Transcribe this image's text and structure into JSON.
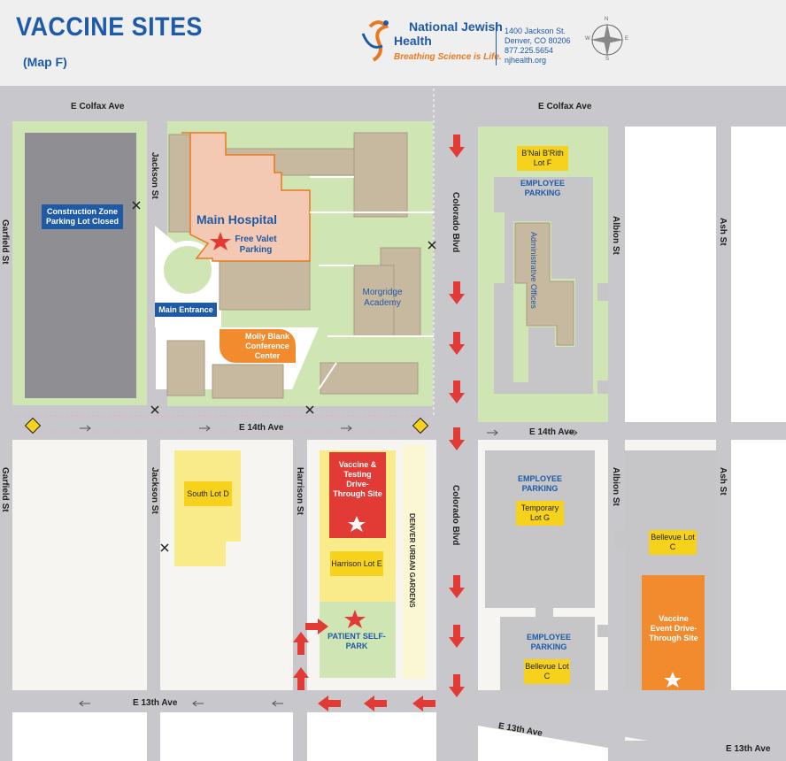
{
  "header": {
    "title": "VACCINE SITES",
    "subtitle": "(Map F)",
    "org_line1": "National Jewish",
    "org_line2": "Health",
    "tagline": "Breathing Science is Life.",
    "address": [
      "1400 Jackson St.",
      "Denver, CO 80206",
      "877.225.5654",
      "njhealth.org"
    ],
    "compass": {
      "n": "N",
      "s": "S",
      "e": "E",
      "w": "W"
    }
  },
  "streets": {
    "colfax_west": "E Colfax Ave",
    "colfax_east": "E Colfax Ave",
    "e14th_west": "E 14th Ave",
    "e14th_east": "E 14th Ave",
    "e13th_west": "E 13th Ave",
    "e13th_mid": "E 13th Ave",
    "e13th_east": "E 13th Ave",
    "garfield_north": "Garfield St",
    "garfield_south": "Garfield St",
    "jackson_north": "Jackson St",
    "jackson_south": "Jackson St",
    "harrison": "Harrison St",
    "colorado_north": "Colorado Blvd",
    "colorado_south": "Colorado Blvd",
    "albion_north": "Albion St",
    "albion_south": "Albion St",
    "ash_north": "Ash St",
    "ash_south": "Ash St"
  },
  "labels": {
    "construction": "Construction Zone Parking Lot Closed",
    "main_hospital": "Main Hospital",
    "valet": "Free Valet Parking",
    "main_entrance": "Main Entrance",
    "molly_blank": "Molly Blank Conference Center",
    "morgridge": "Morgridge Academy",
    "bnai": "B'Nai B'Rith Lot F",
    "employee_parking_n": "EMPLOYEE PARKING",
    "admin_offices": "Administrative Offices",
    "south_lot": "South Lot D",
    "vaccine_testing": "Vaccine & Testing Drive-Through Site",
    "harrison_lot": "Harrison Lot E",
    "patient_self_park": "PATIENT SELF-PARK",
    "denver_urban_gardens": "DENVER URBAN GARDENS",
    "employee_parking_s1": "EMPLOYEE PARKING",
    "temporary_lot": "Temporary Lot G",
    "employee_parking_s2": "EMPLOYEE PARKING",
    "bellevue_c1": "Bellevue Lot C",
    "bellevue_c2": "Bellevue Lot C",
    "vaccine_event": "Vaccine Event Drive-Through Site"
  },
  "colors": {
    "street": "#c8c8cc",
    "green": "#cfe6b4",
    "building": "#c7b8a0",
    "hospital": "#f3c9b3",
    "parking": "#c6c6c8",
    "lot_yellow": "#f9ea8a",
    "red": "#e23a35",
    "orange": "#f28a2e",
    "blue": "#1f5aa6"
  }
}
